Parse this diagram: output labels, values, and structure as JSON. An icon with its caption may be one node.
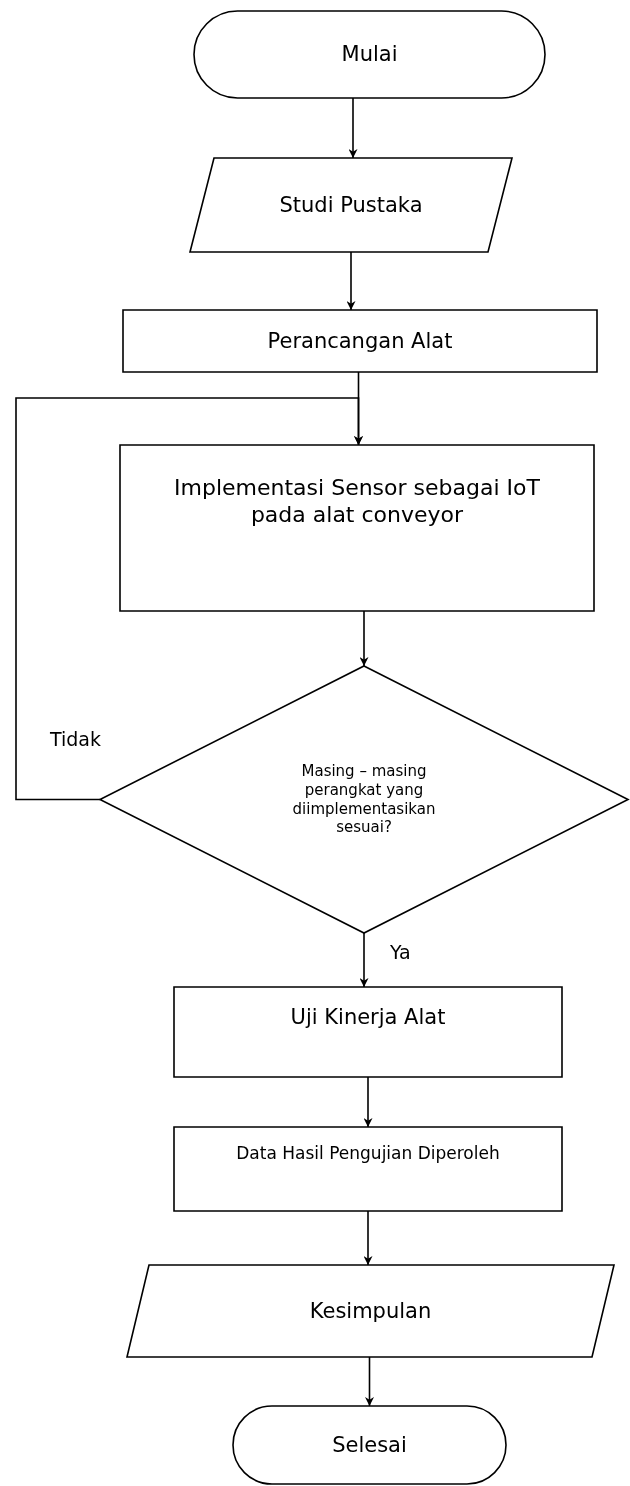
{
  "diagram": {
    "nodes": [
      {
        "text": [
          "Mulai"
        ]
      },
      {
        "text": [
          "Studi Pustaka"
        ]
      },
      {
        "text": [
          "Perancangan Alat"
        ]
      },
      {
        "text": [
          "Implementasi Sensor sebagai IoT pada alat conveyor"
        ]
      },
      {
        "text": [
          "Masing – masing perangkat yang diimplementasikan sesuai?"
        ]
      },
      {
        "text": [
          "Uji Kinerja Alat"
        ]
      },
      {
        "text": [
          "Data Hasil Pengujian Diperoleh"
        ]
      },
      {
        "text": [
          "Kesimpulan"
        ]
      },
      {
        "text": [
          "Selesai"
        ]
      }
    ],
    "edges": [
      {
        "from": 0,
        "to": 1,
        "arrow": "to"
      },
      {
        "from": 1,
        "to": 2,
        "arrow": "to"
      },
      {
        "from": 2,
        "to": 3,
        "arrow": "to"
      },
      {
        "from": 3,
        "to": 4,
        "arrow": "to"
      },
      {
        "from": 4,
        "to": 5,
        "arrow": "to",
        "label": "Ya"
      },
      {
        "from": 5,
        "to": 6,
        "arrow": "to"
      },
      {
        "from": 6,
        "to": 7,
        "arrow": "to"
      },
      {
        "from": 7,
        "to": 8,
        "arrow": "to"
      },
      {
        "from": 4,
        "to": 3,
        "arrow": "to",
        "label": "Tidak"
      }
    ]
  }
}
